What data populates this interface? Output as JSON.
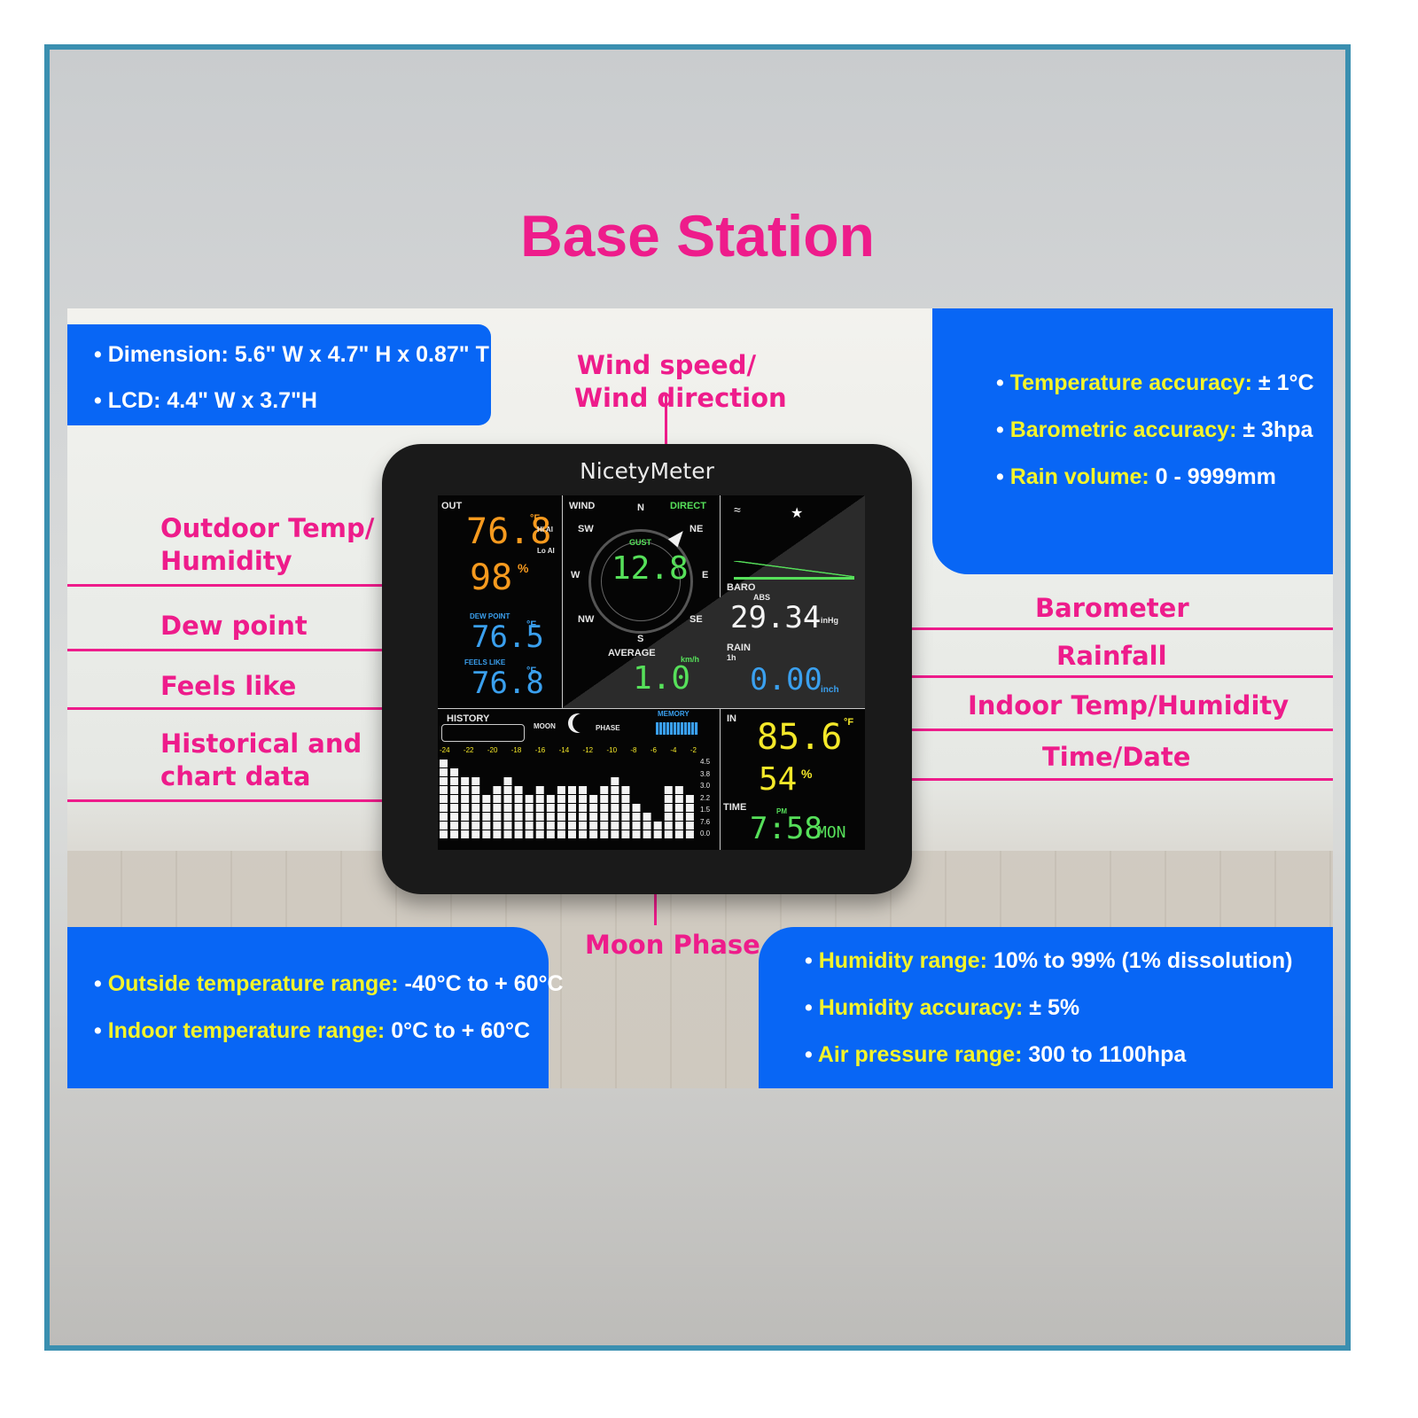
{
  "title": "Base Station",
  "spec_top_left": [
    "Dimension: 5.6\" W x 4.7\" H x 0.87\" T",
    "LCD: 4.4\" W x 3.7\"H"
  ],
  "spec_top_right": [
    {
      "k": "Temperature accuracy:",
      "v": " ± 1°C"
    },
    {
      "k": "Barometric accuracy:",
      "v": " ± 3hpa"
    },
    {
      "k": "Rain volume:",
      "v": " 0 - 9999mm"
    }
  ],
  "spec_bottom_left": [
    {
      "k": "Outside temperature range:",
      "v": " -40°C to + 60°C"
    },
    {
      "k": "Indoor temperature range:",
      "v": " 0°C to + 60°C"
    }
  ],
  "spec_bottom_right": [
    {
      "k": "Humidity range:",
      "v": " 10% to 99% (1% dissolution)"
    },
    {
      "k": "Humidity accuracy:",
      "v": " ± 5%"
    },
    {
      "k": "Air pressure range:",
      "v": " 300 to 1100hpa"
    }
  ],
  "labels": {
    "wind": [
      "Wind speed/",
      "Wind direction"
    ],
    "outdoor": [
      "Outdoor Temp/",
      "Humidity"
    ],
    "dew": "Dew point",
    "feels": "Feels like",
    "history": [
      "Historical and",
      "chart data"
    ],
    "barometer": "Barometer",
    "rainfall": "Rainfall",
    "indoor": "Indoor Temp/Humidity",
    "time": "Time/Date",
    "moon": "Moon Phase"
  },
  "device": {
    "brand": "NicetyMeter",
    "out_label": "OUT",
    "out_temp": "76.8",
    "out_temp_unit": "°F",
    "out_hum": "98",
    "out_hum_unit": "%",
    "dew_label": "DEW POINT",
    "dew": "76.5",
    "dew_unit": "°F",
    "feels_label": "FEELS LIKE",
    "feels": "76.8",
    "feels_unit": "°F",
    "wind_label": "WIND",
    "direct_label": "DIRECT",
    "compass": {
      "n": "N",
      "ne": "NE",
      "e": "E",
      "se": "SE",
      "s": "S",
      "sw": "SW",
      "w": "W",
      "nw": "NW"
    },
    "gust_label": "GUST",
    "gust": "12.8",
    "average_label": "AVERAGE",
    "average": "1.0",
    "wind_unit": "km/h",
    "baro_label": "BARO",
    "abs_label": "ABS",
    "baro": "29.34",
    "baro_unit": "inHg",
    "rain_label": "RAIN",
    "rain_period": "1h",
    "rain": "0.00",
    "rain_unit": "inch",
    "in_label": "IN",
    "in_temp": "85.6",
    "in_temp_unit": "°F",
    "in_hum": "54",
    "in_hum_unit": "%",
    "time_label": "TIME",
    "time": "7:58",
    "pm": "PM",
    "day": "MON",
    "history_label": "HISTORY",
    "moon_label": "MOON",
    "phase_label": "PHASE",
    "memory_label": "MEMORY",
    "hi_al": "Hi AI",
    "lo_al": "Lo AI",
    "history_axis": [
      "-24",
      "-22",
      "-20",
      "-18",
      "-16",
      "-14",
      "-12",
      "-10",
      "-8",
      "-6",
      "-4",
      "-2"
    ],
    "history_scale": [
      "4.5",
      "3.8",
      "3.0",
      "2.2",
      "1.5",
      "7.6",
      "0.0"
    ],
    "history_levels": [
      9,
      8,
      7,
      7,
      5,
      6,
      7,
      6,
      5,
      6,
      5,
      6,
      6,
      6,
      5,
      6,
      7,
      6,
      4,
      3,
      2,
      6,
      6,
      5
    ]
  },
  "colors": {
    "accent": "#ee1c8b",
    "box": "#0866f5",
    "key": "#f4f42a",
    "orange": "#f79a1e",
    "blue": "#3aa0ef",
    "green": "#56e05a",
    "yellow": "#f4e829"
  }
}
